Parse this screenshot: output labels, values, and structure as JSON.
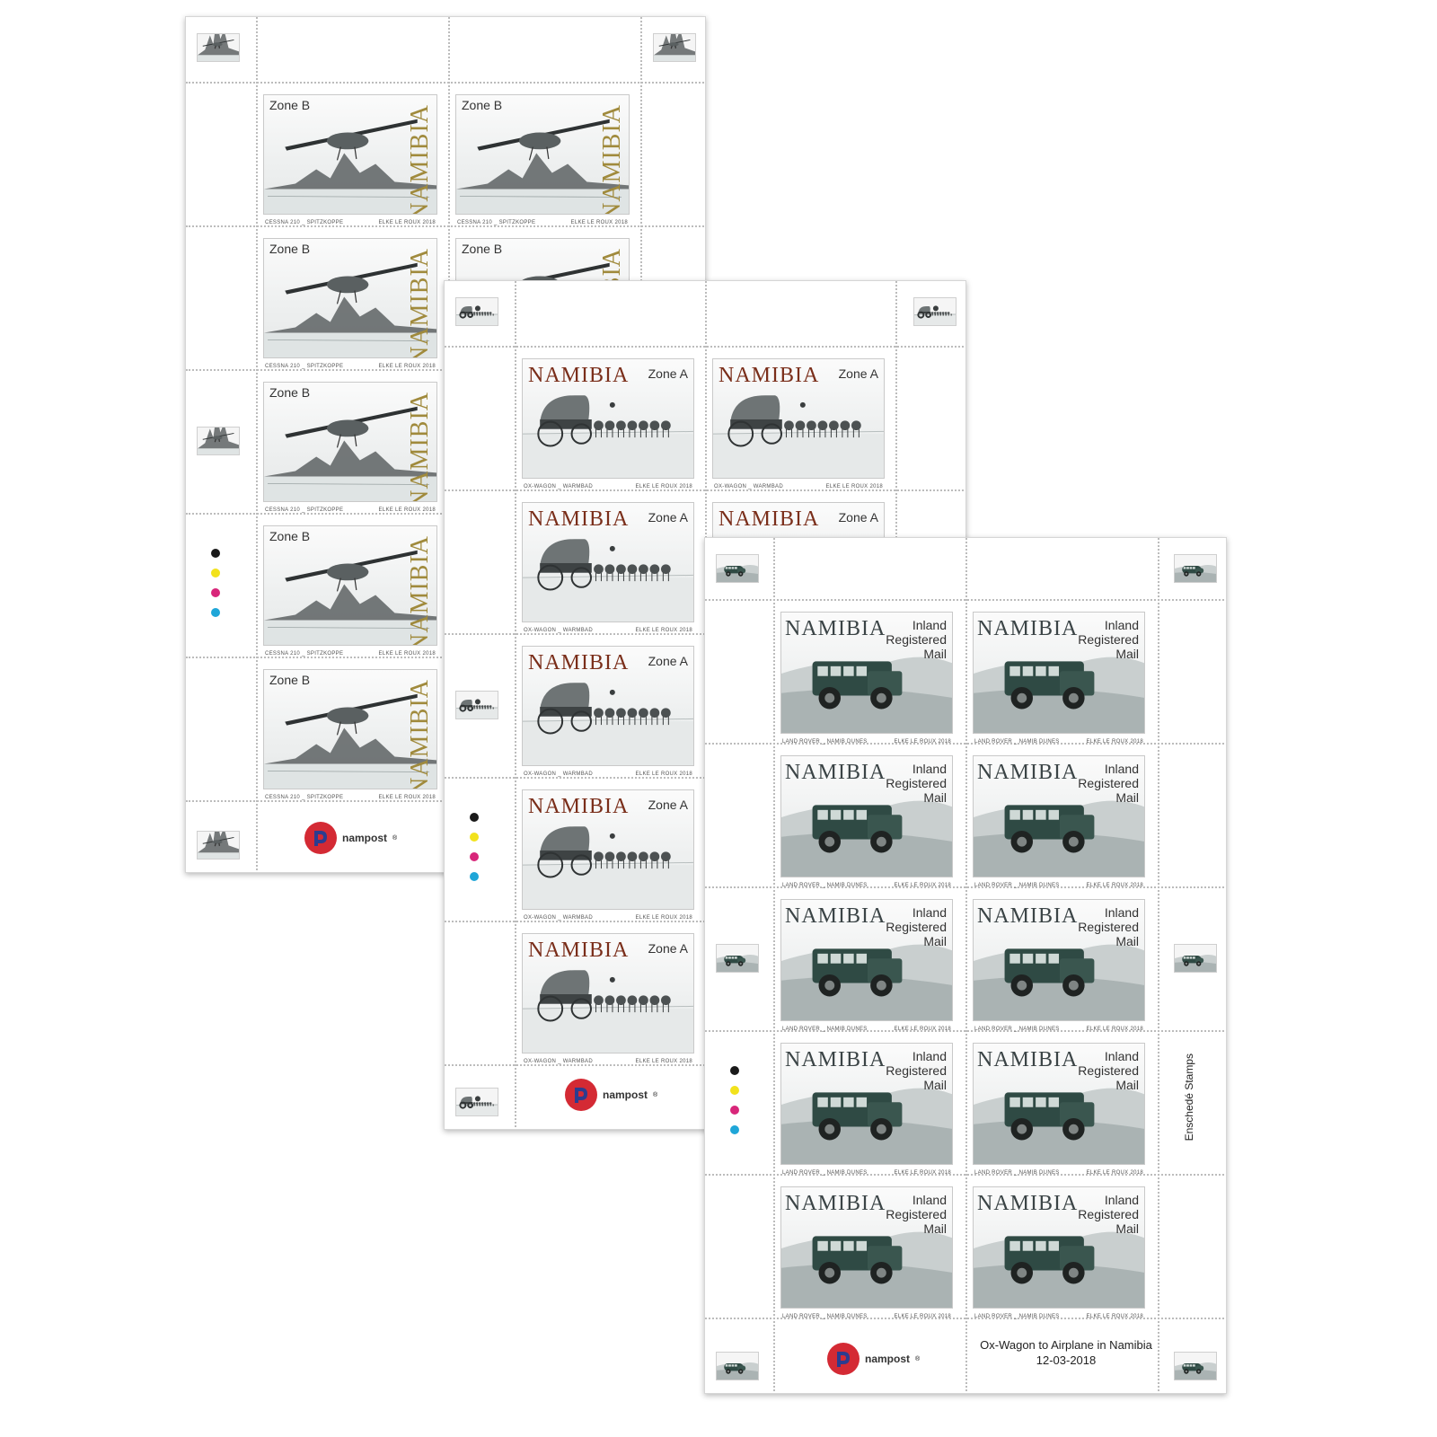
{
  "colors": {
    "plane_gold": "#a08a3c",
    "wagon_brown": "#7a2e1a",
    "rover_grey": "#3b4446",
    "registration_dots": [
      "#1a1a1a",
      "#f2e21c",
      "#d8267a",
      "#1fa6d8"
    ],
    "nampost_red": "#d42a34",
    "nampost_blue": "#2c3c8f"
  },
  "sheet_plane": {
    "country": "NAMIBIA",
    "value": "Zone B",
    "caption_left": "CESSNA 210 _ SPITZKOPPE",
    "caption_right": "ELKE LE ROUX 2018",
    "icon": "airplane-icon"
  },
  "sheet_wagon": {
    "country": "NAMIBIA",
    "value": "Zone A",
    "caption_left": "OX-WAGON _ WARMBAD",
    "caption_right": "ELKE LE ROUX 2018",
    "icon": "ox-wagon-icon"
  },
  "sheet_rover": {
    "country": "NAMIBIA",
    "value_line1": "Inland",
    "value_line2": "Registered",
    "value_line3": "Mail",
    "caption_left": "LAND ROVER _ NAMIB DUNES",
    "caption_right": "ELKE LE ROUX 2018",
    "icon": "land-rover-icon",
    "printer": "Enschedé Stamps",
    "issue_title": "Ox-Wagon to Airplane in Namibia",
    "issue_date": "12-03-2018"
  },
  "brand": {
    "name": "nampost",
    "registered_mark": "®"
  }
}
